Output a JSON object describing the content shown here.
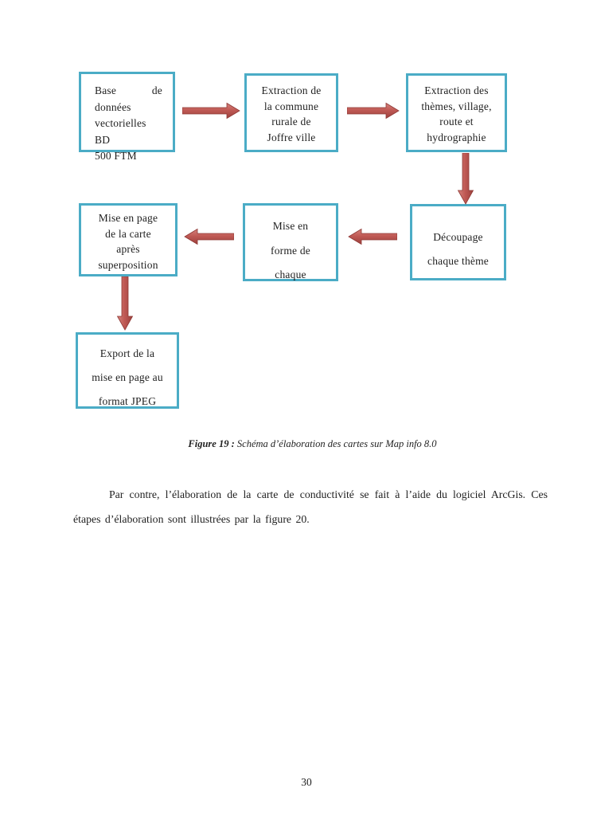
{
  "diagram": {
    "box_border_color": "#4bacc6",
    "arrow_color": "#c0504d",
    "boxes": [
      {
        "id": "bd-source",
        "lines": [
          "Base de",
          "données",
          "vectorielles BD",
          "500 FTM"
        ]
      },
      {
        "id": "extraction-commune",
        "lines": [
          "Extraction de",
          "la commune",
          "rurale de",
          "Joffre ville"
        ]
      },
      {
        "id": "extraction-themes",
        "lines": [
          "Extraction des",
          "thèmes, village,",
          "route et",
          "hydrographie"
        ]
      },
      {
        "id": "mise-en-page",
        "lines": [
          "Mise en page",
          "de la carte",
          "après",
          "superposition"
        ]
      },
      {
        "id": "mise-en-forme",
        "lines": [
          "Mise en",
          "forme de",
          "chaque"
        ]
      },
      {
        "id": "decoupage",
        "lines": [
          "Découpage",
          "chaque thème"
        ]
      },
      {
        "id": "export-jpeg",
        "lines": [
          "Export de la",
          "mise en page au",
          "format JPEG"
        ]
      }
    ]
  },
  "caption": {
    "label": "Figure 19 :",
    "text": " Schéma d’élaboration des cartes sur Map info 8.0"
  },
  "paragraph": {
    "text": "Par contre, l’élaboration de la carte de conductivité se fait à l’aide du logiciel ArcGis. Ces étapes d’élaboration sont illustrées par la figure  20."
  },
  "page": {
    "number": "30"
  }
}
